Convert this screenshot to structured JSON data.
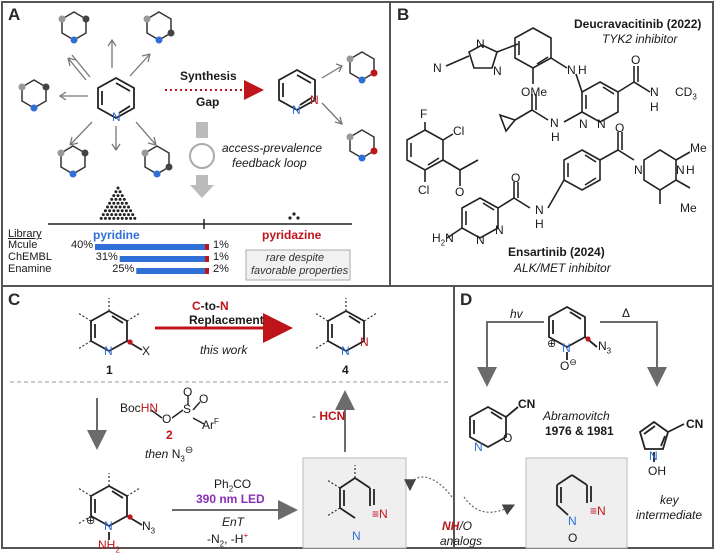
{
  "panels": {
    "a": {
      "letter": "A",
      "synthesis_line1": "Synthesis",
      "synthesis_line2": "Gap",
      "feedback_line1": "access-prevalence",
      "feedback_line2": "feedback loop",
      "pyridine_label": "pyridine",
      "pyridazine_label": "pyridazine",
      "pyridine_N": "N",
      "pyridazine_N1": "N",
      "pyridazine_N2": "N",
      "library_header": "Library",
      "libraries": [
        {
          "name": "Mcule",
          "pyridine_pct": 40,
          "pyridine_text": "40%",
          "pyridazine_text": "1%"
        },
        {
          "name": "ChEMBL",
          "pyridine_pct": 31,
          "pyridine_text": "31%",
          "pyridazine_text": "1%"
        },
        {
          "name": "Enamine",
          "pyridine_pct": 25,
          "pyridine_text": "25%",
          "pyridazine_text": "2%"
        }
      ],
      "note_line1": "rare despite",
      "note_line2": "favorable properties"
    },
    "b": {
      "letter": "B",
      "drug1_name": "Deucravacitinib (2022)",
      "drug1_target": "TYK2 inhibitor",
      "drug2_name": "Ensartinib (2024)",
      "drug2_target": "ALK/MET inhibitor",
      "atoms": {
        "methyl_triazole": "N",
        "triazole_n1": "N",
        "triazole_n2": "N",
        "nh_top": "N",
        "h_top": "H",
        "ome": "OMe",
        "o_amide_top": "O",
        "n_cd3": "N",
        "h_cd3": "H",
        "cd3": "CD",
        "cd3_sub": "3",
        "n_pyr1": "N",
        "n_pyr2": "N",
        "n_amide_cp": "N",
        "h_amide_cp": "H",
        "o_cp": "O",
        "f": "F",
        "cl1": "Cl",
        "cl2": "Cl",
        "o_ether": "O",
        "h2n": "H",
        "h2n_sub": "2",
        "h2n_n": "N",
        "n_pyr3": "N",
        "n_pyr4": "N",
        "o_amide2": "O",
        "n_amide2": "N",
        "h_amide2": "H",
        "o_pip": "O",
        "n_pip1": "N",
        "n_pip2": "N",
        "h_pip": "H",
        "me1": "Me",
        "me2": "Me"
      }
    },
    "c": {
      "letter": "C",
      "title_part1": "C",
      "title_part2": "-to-",
      "title_part3": "N",
      "title_line2": "Replacement",
      "this_work": "this work",
      "cmpd1": "1",
      "cmpd4": "4",
      "cmpd2": "2",
      "x_label": "X",
      "n1_label": "N",
      "n4a": "N",
      "n4b": "N",
      "reagent_boc": "Boc",
      "reagent_hn": "HN",
      "reagent_o": "O",
      "reagent_s": "S",
      "reagent_o1": "O",
      "reagent_o2": "O",
      "reagent_ar": "Ar",
      "reagent_ar_sup": "F",
      "then_text": "then",
      "azide": "N",
      "azide_sub": "3",
      "minus_hcn_pre": "- ",
      "minus_hcn": "HCN",
      "ph2co": "Ph",
      "ph2co_sub": "2",
      "ph2co_post": "CO",
      "led": "390 nm LED",
      "ent": "EnT",
      "byproducts": "-N",
      "byproducts_sub": "2",
      "byproducts_post": ", -H",
      "byproducts_sup": "+",
      "nh2": "NH",
      "nh2_sub": "2",
      "n3_label": "N",
      "n3_sub": "3",
      "n_bottom": "N",
      "nitrile_n": "N",
      "n_ring_bottom": "N"
    },
    "d": {
      "letter": "D",
      "hv": "hv",
      "delta": "Δ",
      "n_label": "N",
      "n3_label": "N",
      "n3_sub": "3",
      "o_label": "O",
      "cn1": "CN",
      "cn2": "CN",
      "n_oxazine": "N",
      "o_oxazine": "O",
      "n_pyrrole": "N",
      "oh": "OH",
      "abramovitch": "Abramovitch",
      "years": "1976 & 1981",
      "analogs_part1": "NH",
      "analogs_part2": "/O",
      "analogs_line2": "analogs",
      "key_line1": "key",
      "key_line2": "intermediate",
      "n_bottom": "N",
      "o_bottom": "O",
      "n_nitrile": "N"
    }
  },
  "colors": {
    "red": "#c0141b",
    "blue": "#2f6fd6",
    "purple": "#8a2fb8",
    "gray_arrow": "#6b6b6b",
    "border": "#555555",
    "highlight": "#f0f0f0"
  }
}
